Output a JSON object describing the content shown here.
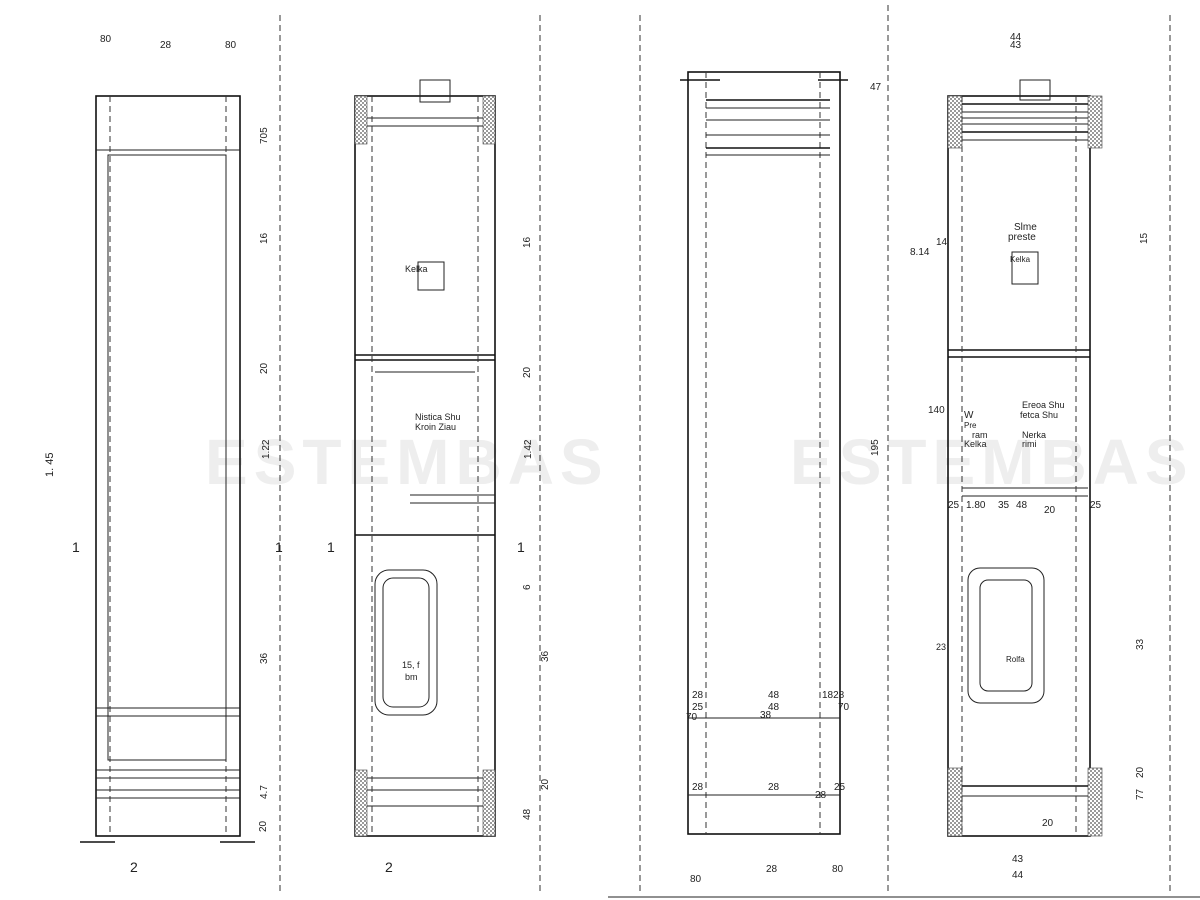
{
  "watermark": "ESTEMBAS",
  "sheets": {
    "left": {
      "section_numbers": [
        "1",
        "1",
        "1",
        "1",
        "2",
        "2"
      ],
      "overall_height": "1. 45",
      "top_dims": [
        "80",
        "28",
        "80"
      ],
      "bottom_dims": [
        "2",
        "2"
      ],
      "dims_left": [
        "705",
        "16",
        "20",
        "1.22",
        "36",
        "4.7",
        "20"
      ],
      "dims_right": [
        "16",
        "20",
        "1.42",
        "6",
        "36",
        "48",
        "20"
      ],
      "room_labels": {
        "room_a": [
          "Kelka"
        ],
        "room_b": [
          "Nistica Shu",
          "Kroin Ziau"
        ],
        "room_c": [
          "15, f",
          "bm"
        ]
      }
    },
    "right": {
      "top_dims": [
        "47",
        "43",
        "44"
      ],
      "bottom_dims": [
        "80",
        "28",
        "80",
        "43",
        "44"
      ],
      "dims_a": [
        "28",
        "48",
        "1828",
        "25",
        "70",
        "38",
        "48",
        "70"
      ],
      "dims_b": [
        "28",
        "28",
        "28",
        "25",
        "20"
      ],
      "dims_right": [
        "8.14",
        "14",
        "140",
        "195",
        "15",
        "20",
        "33",
        "77"
      ],
      "row_dims": [
        "25",
        "1.80",
        "35",
        "48",
        "20",
        "25"
      ],
      "room_labels": {
        "room_a": [
          "Slme",
          "preste",
          "Kelka"
        ],
        "room_b": [
          "W",
          "Pre",
          "ram",
          "Kelka",
          "Ereoa Shu",
          "fetca Shu",
          "Nerka",
          "rimi"
        ],
        "room_c": [
          "23",
          "Rolfa"
        ]
      }
    }
  }
}
